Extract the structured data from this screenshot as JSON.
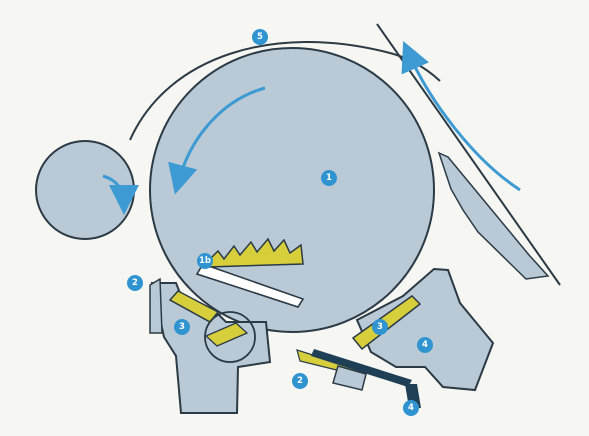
{
  "colors": {
    "background": "#f6f6f3",
    "part_fill": "#b9cad6",
    "outline": "#2b3a45",
    "arrow": "#3d9ad3",
    "callout": "#2f94d0",
    "blade_fill": "#d7ce3b",
    "insert_fill": "#ffffff",
    "rod": "#1f3f57"
  },
  "icons": {
    "rotation_arrow": "curved-arrow-icon",
    "travel_arrow": "arrow-icon"
  },
  "callouts": [
    {
      "id": "drum",
      "label": "1"
    },
    {
      "id": "upper-left",
      "label": "2"
    },
    {
      "id": "lower-left",
      "label": "2"
    },
    {
      "id": "left-blade",
      "label": "3"
    },
    {
      "id": "right-blade",
      "label": "3"
    },
    {
      "id": "lever",
      "label": "4"
    },
    {
      "id": "bracket",
      "label": "4"
    },
    {
      "id": "arc",
      "label": "5"
    },
    {
      "id": "comb",
      "label": "1b"
    }
  ]
}
